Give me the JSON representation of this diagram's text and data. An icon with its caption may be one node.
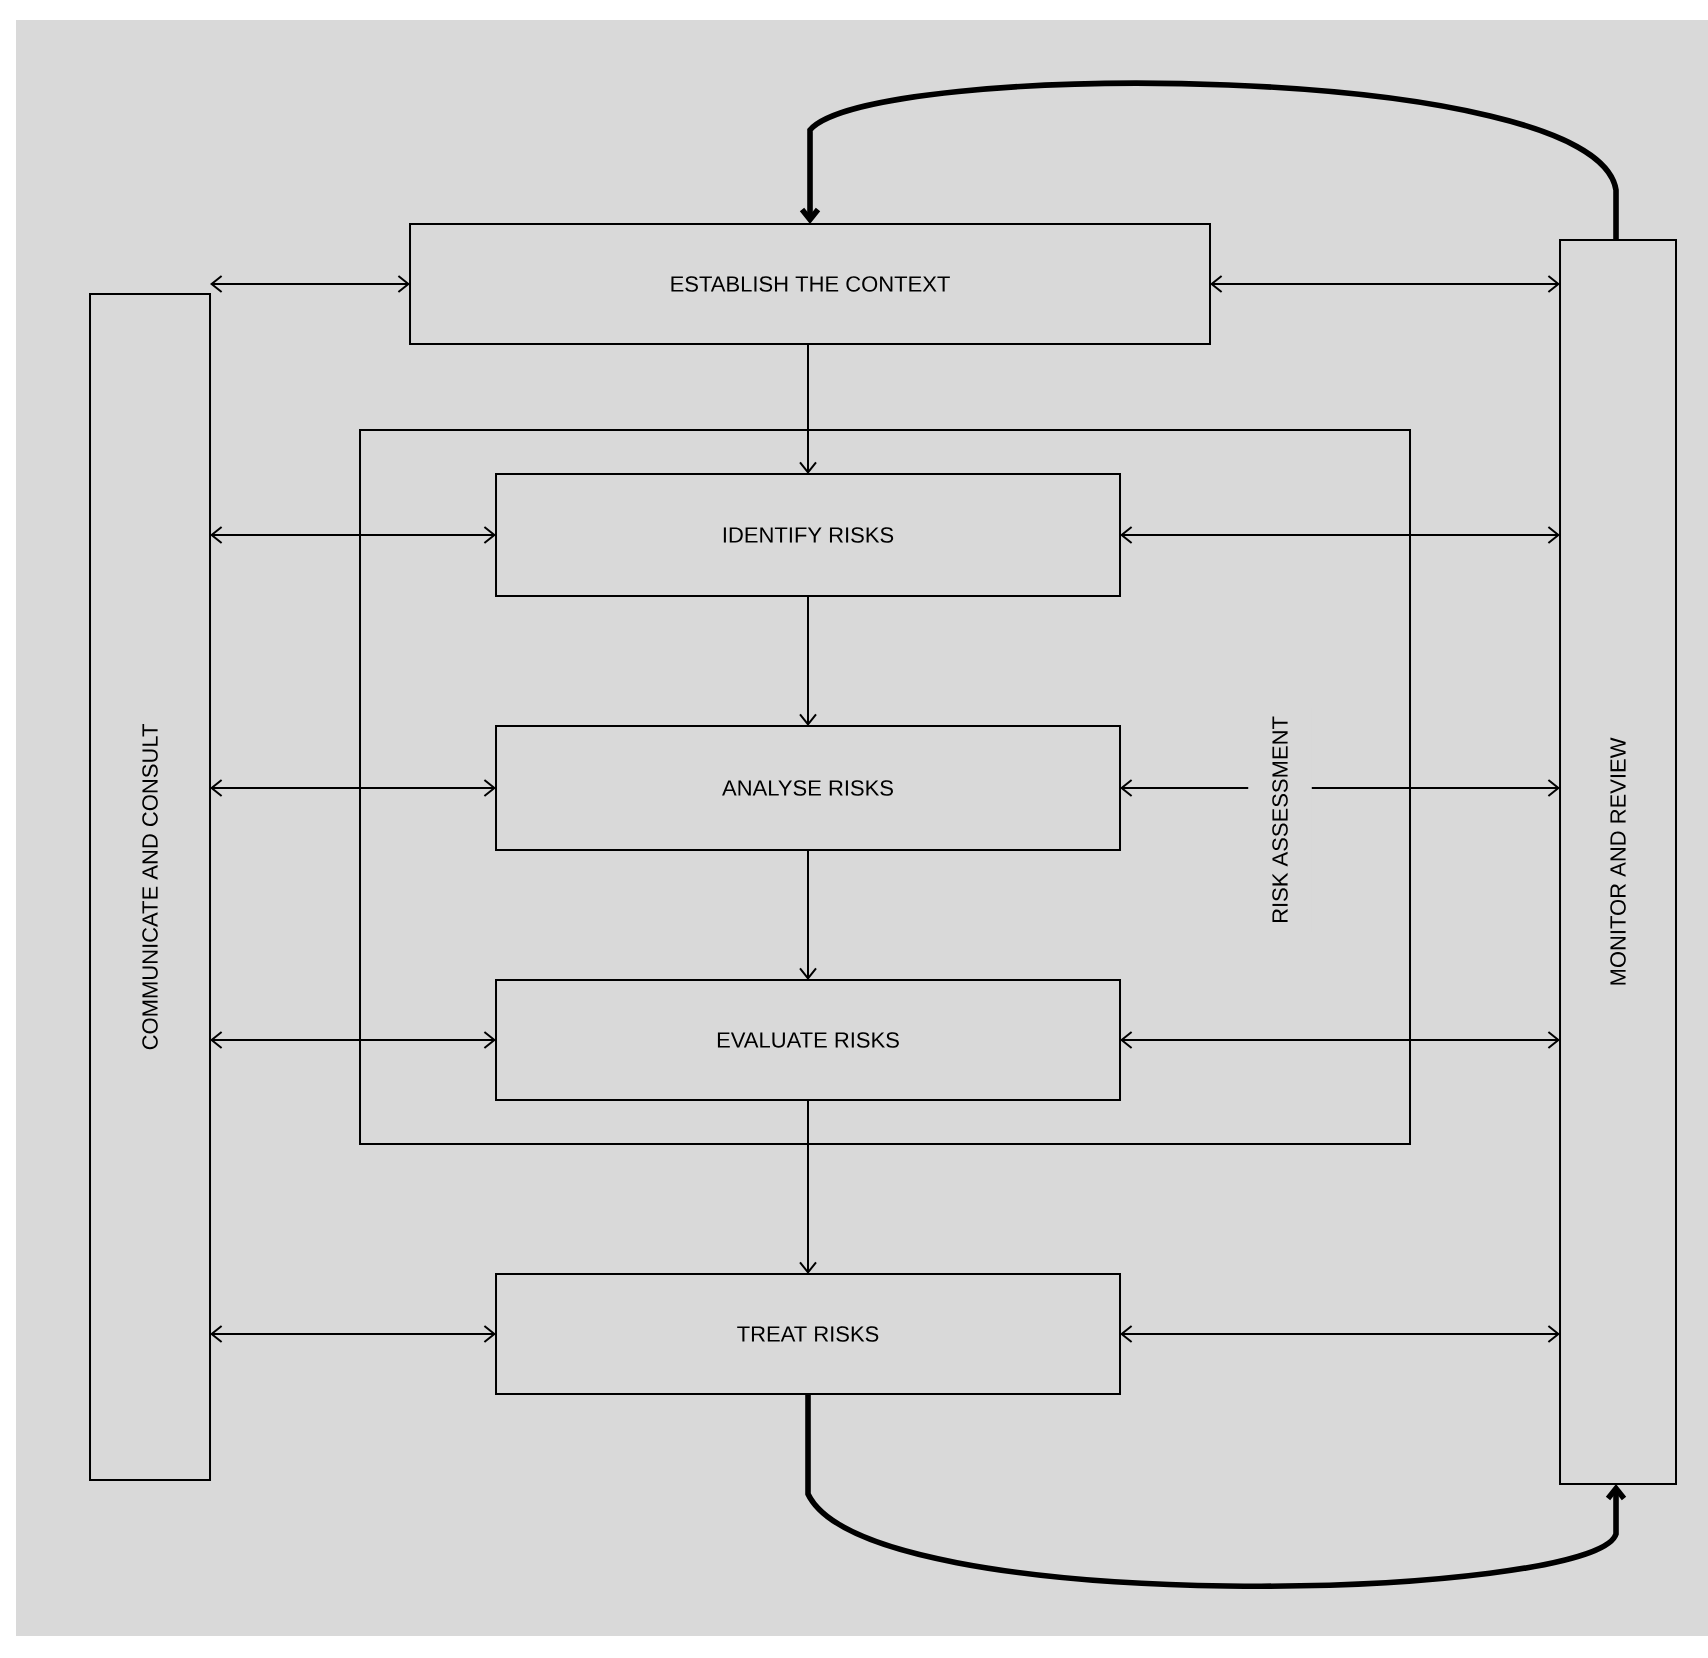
{
  "diagram": {
    "nodes": [
      {
        "text": [
          "COMMUNICATE AND CONSULT"
        ]
      },
      {
        "text": [
          "MONITOR AND REVIEW"
        ]
      },
      {
        "text": [
          "ESTABLISH THE CONTEXT"
        ]
      },
      {
        "text": [
          "RISK ASSESSMENT"
        ]
      },
      {
        "text": [
          "IDENTIFY RISKS"
        ],
        "in": 3
      },
      {
        "text": [
          "ANALYSE RISKS"
        ],
        "in": 3
      },
      {
        "text": [
          "EVALUATE RISKS"
        ],
        "in": 3
      },
      {
        "text": [
          "TREAT RISKS"
        ]
      }
    ],
    "edges": [
      {
        "from": 0,
        "to": 2,
        "arrow": "both"
      },
      {
        "from": 2,
        "to": 1,
        "arrow": "both"
      },
      {
        "from": 0,
        "to": 4,
        "arrow": "both"
      },
      {
        "from": 4,
        "to": 1,
        "arrow": "both"
      },
      {
        "from": 0,
        "to": 5,
        "arrow": "both"
      },
      {
        "from": 5,
        "to": 1,
        "arrow": "both"
      },
      {
        "from": 0,
        "to": 6,
        "arrow": "both"
      },
      {
        "from": 6,
        "to": 1,
        "arrow": "both"
      },
      {
        "from": 0,
        "to": 7,
        "arrow": "both"
      },
      {
        "from": 7,
        "to": 1,
        "arrow": "both"
      },
      {
        "from": 2,
        "to": 4,
        "arrow": "to"
      },
      {
        "from": 4,
        "to": 5,
        "arrow": "to"
      },
      {
        "from": 5,
        "to": 6,
        "arrow": "to"
      },
      {
        "from": 6,
        "to": 7,
        "arrow": "to"
      },
      {
        "from": 1,
        "to": 2,
        "arrow": "to",
        "style": "thick"
      },
      {
        "from": 7,
        "to": 1,
        "arrow": "to",
        "style": "thick"
      }
    ]
  }
}
